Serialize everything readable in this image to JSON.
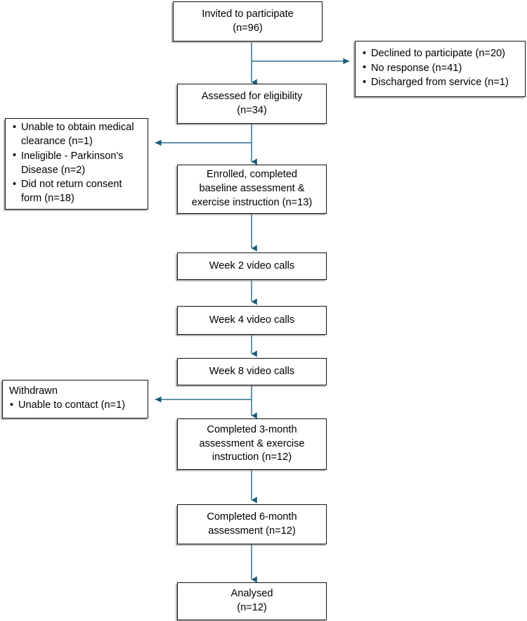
{
  "diagram": {
    "type": "participant-flow-diagram",
    "colors": {
      "connector": "#4b82a0",
      "arrowhead": "#1c5b79",
      "box_border": "#121212",
      "box_fill": "#ffffff",
      "text": "#000000",
      "shadow": "#787878"
    },
    "nodes": {
      "invited": {
        "lines": [
          "Invited to participate",
          "(n=96)"
        ],
        "count_label": "n=96",
        "count": 96
      },
      "assessed": {
        "lines": [
          "Assessed for eligibility",
          "(n=34)"
        ],
        "count_label": "n=34",
        "count": 34
      },
      "enrolled": {
        "lines": [
          "Enrolled, completed",
          "baseline assessment &",
          "exercise instruction (n=13)"
        ],
        "count_label": "n=13",
        "count": 13
      },
      "week2": {
        "lines": [
          "Week 2 video calls"
        ]
      },
      "week4": {
        "lines": [
          "Week 4 video calls"
        ]
      },
      "week8": {
        "lines": [
          "Week 8 video calls"
        ]
      },
      "month3": {
        "lines": [
          "Completed 3-month",
          "assessment & exercise",
          "instruction (n=12)"
        ],
        "count_label": "n=12",
        "count": 12
      },
      "month6": {
        "lines": [
          "Completed 6-month",
          "assessment (n=12)"
        ],
        "count_label": "n=12",
        "count": 12
      },
      "analysed": {
        "lines": [
          "Analysed",
          "(n=12)"
        ],
        "count_label": "n=12",
        "count": 12
      }
    },
    "exclusions_right": {
      "items": [
        "Declined to participate (n=20)",
        "No response (n=41)",
        "Discharged from service (n=1)"
      ],
      "counts": [
        20,
        41,
        1
      ]
    },
    "exclusions_left": {
      "items": [
        "Unable to obtain medical clearance (n=1)",
        "Ineligible - Parkinson's Disease (n=2)",
        "Did not return consent form (n=18)"
      ],
      "counts": [
        1,
        2,
        18
      ]
    },
    "withdrawn": {
      "heading": "Withdrawn",
      "items": [
        "Unable to contact (n=1)"
      ],
      "counts": [
        1
      ]
    }
  }
}
